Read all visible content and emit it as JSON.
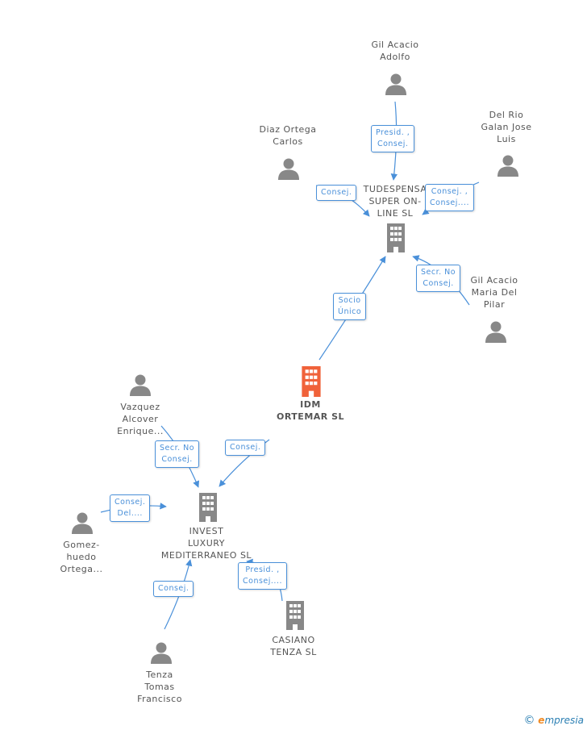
{
  "colors": {
    "edge": "#4a90d9",
    "person": "#888888",
    "company": "#888888",
    "main_company": "#f0623a"
  },
  "nodes": [
    {
      "id": "idm",
      "type": "main-company",
      "icon": "building-icon",
      "lines": [
        "IDM",
        "ORTEMAR  SL"
      ]
    },
    {
      "id": "tudespensa",
      "type": "company",
      "icon": "building-icon",
      "lines": [
        "TUDESPENSA",
        "SUPER ON-",
        "LINE SL"
      ]
    },
    {
      "id": "invest",
      "type": "company",
      "icon": "building-icon",
      "lines": [
        "INVEST",
        "LUXURY",
        "MEDITERRANEO SL"
      ]
    },
    {
      "id": "casiano",
      "type": "company",
      "icon": "building-icon",
      "lines": [
        "CASIANO",
        "TENZA SL"
      ]
    },
    {
      "id": "gil-adolfo",
      "type": "person",
      "icon": "person-icon",
      "lines": [
        "Gil Acacio",
        "Adolfo"
      ]
    },
    {
      "id": "diaz",
      "type": "person",
      "icon": "person-icon",
      "lines": [
        "Diaz Ortega",
        "Carlos"
      ]
    },
    {
      "id": "delrio",
      "type": "person",
      "icon": "person-icon",
      "lines": [
        "Del Rio",
        "Galan Jose",
        "Luis"
      ]
    },
    {
      "id": "gil-maria",
      "type": "person",
      "icon": "person-icon",
      "lines": [
        "Gil Acacio",
        "Maria Del",
        "Pilar"
      ]
    },
    {
      "id": "vazquez",
      "type": "person",
      "icon": "person-icon",
      "lines": [
        "Vazquez",
        "Alcover",
        "Enrique..."
      ]
    },
    {
      "id": "gomez",
      "type": "person",
      "icon": "person-icon",
      "lines": [
        "Gomez-",
        "huedo",
        "Ortega..."
      ]
    },
    {
      "id": "tenza",
      "type": "person",
      "icon": "person-icon",
      "lines": [
        "Tenza",
        "Tomas",
        "Francisco"
      ]
    }
  ],
  "edges": [
    {
      "id": "e1",
      "lines": [
        "Presid. ,",
        "Consej."
      ]
    },
    {
      "id": "e2",
      "lines": [
        "Consej."
      ]
    },
    {
      "id": "e3",
      "lines": [
        "Consej. ,",
        "Consej...."
      ]
    },
    {
      "id": "e4",
      "lines": [
        "Secr.  No",
        "Consej."
      ]
    },
    {
      "id": "e5",
      "lines": [
        "Socio",
        "Único"
      ]
    },
    {
      "id": "e6",
      "lines": [
        "Secr.  No",
        "Consej."
      ]
    },
    {
      "id": "e7",
      "lines": [
        "Consej."
      ]
    },
    {
      "id": "e8",
      "lines": [
        "Consej.",
        "Del...."
      ]
    },
    {
      "id": "e9",
      "lines": [
        "Presid. ,",
        "Consej...."
      ]
    },
    {
      "id": "e10",
      "lines": [
        "Consej."
      ]
    }
  ],
  "brand": {
    "copyright": "©",
    "e": "e",
    "rest": "mpresia"
  }
}
